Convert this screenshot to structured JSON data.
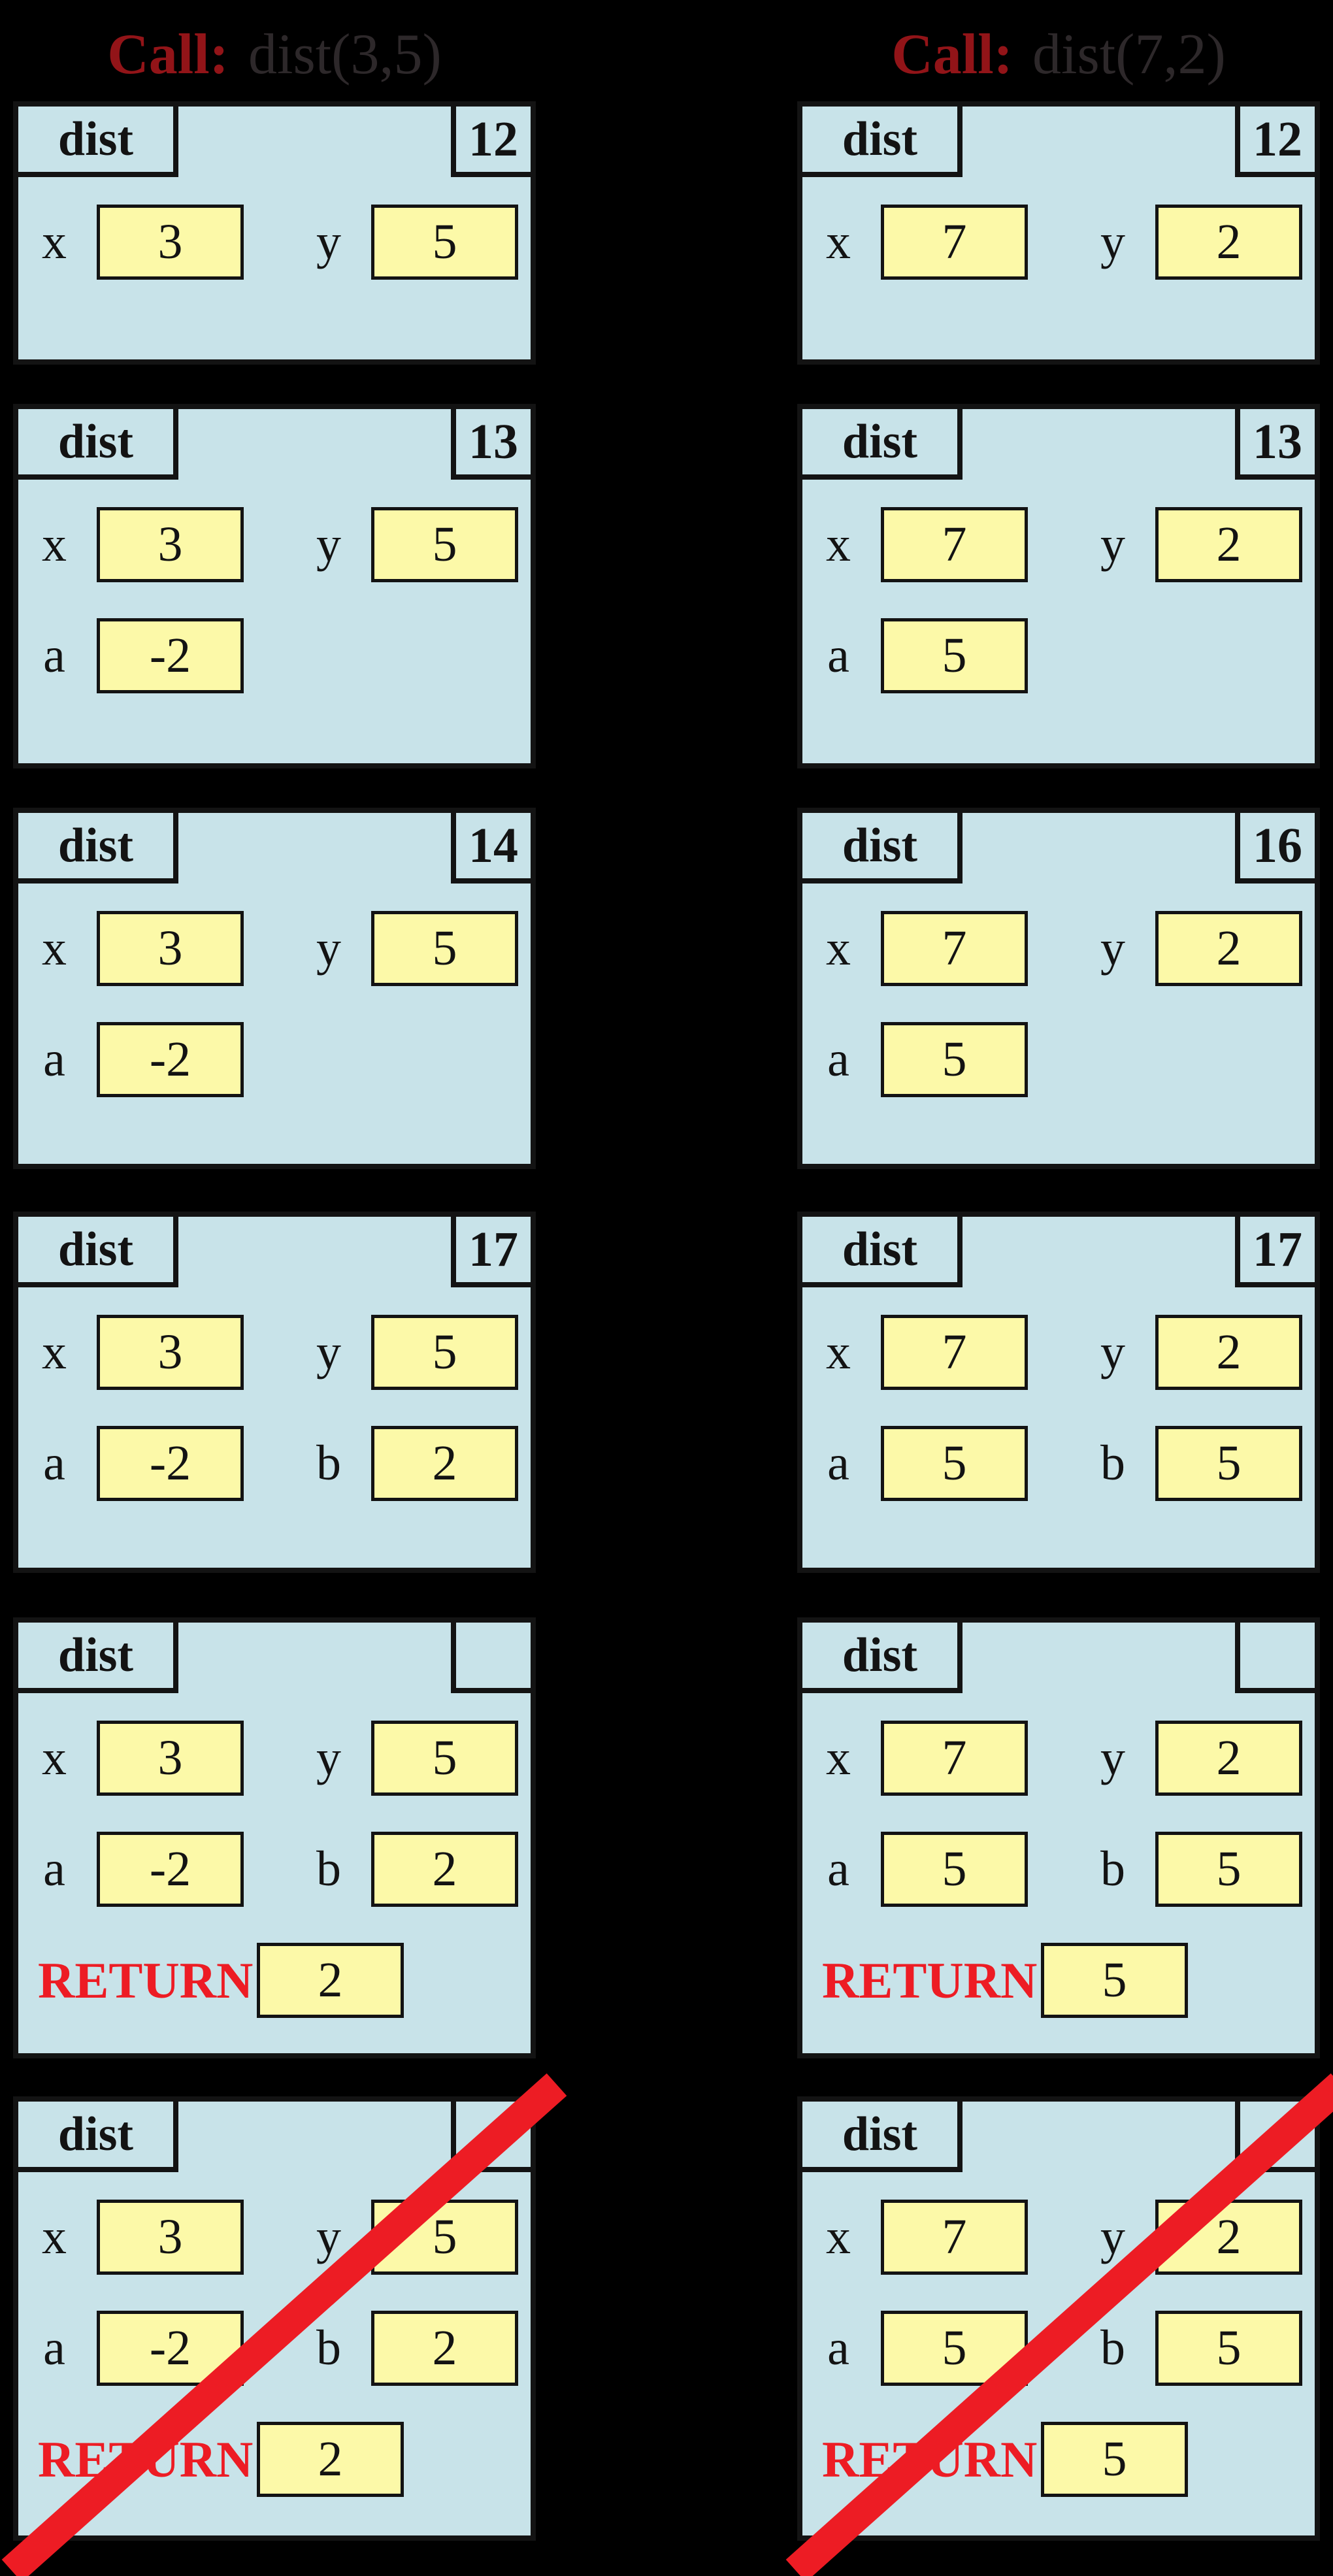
{
  "colors": {
    "background": "#000000",
    "frame_fill": "#c8e3e9",
    "value_fill": "#fcf9a8",
    "border": "#131313",
    "call_label_color": "#921418",
    "call_signature_color": "#2d282a",
    "return_and_cross_color": "#ed1c24"
  },
  "columns": [
    {
      "call_label": "Call:",
      "call_signature": "dist(3,5)",
      "frames": [
        {
          "name": "dist",
          "line": "12",
          "vars": [
            {
              "label": "x",
              "value": "3"
            },
            {
              "label": "y",
              "value": "5"
            }
          ],
          "crossed": false
        },
        {
          "name": "dist",
          "line": "13",
          "vars": [
            {
              "label": "x",
              "value": "3"
            },
            {
              "label": "y",
              "value": "5"
            },
            {
              "label": "a",
              "value": "-2"
            }
          ],
          "crossed": false
        },
        {
          "name": "dist",
          "line": "14",
          "vars": [
            {
              "label": "x",
              "value": "3"
            },
            {
              "label": "y",
              "value": "5"
            },
            {
              "label": "a",
              "value": "-2"
            }
          ],
          "crossed": false
        },
        {
          "name": "dist",
          "line": "17",
          "vars": [
            {
              "label": "x",
              "value": "3"
            },
            {
              "label": "y",
              "value": "5"
            },
            {
              "label": "a",
              "value": "-2"
            },
            {
              "label": "b",
              "value": "2"
            }
          ],
          "crossed": false
        },
        {
          "name": "dist",
          "line": "",
          "vars": [
            {
              "label": "x",
              "value": "3"
            },
            {
              "label": "y",
              "value": "5"
            },
            {
              "label": "a",
              "value": "-2"
            },
            {
              "label": "b",
              "value": "2"
            }
          ],
          "return_label": "RETURN",
          "return_value": "2",
          "crossed": false
        },
        {
          "name": "dist",
          "line": "",
          "vars": [
            {
              "label": "x",
              "value": "3"
            },
            {
              "label": "y",
              "value": "5"
            },
            {
              "label": "a",
              "value": "-2"
            },
            {
              "label": "b",
              "value": "2"
            }
          ],
          "return_label": "RETURN",
          "return_value": "2",
          "crossed": true
        }
      ]
    },
    {
      "call_label": "Call:",
      "call_signature": "dist(7,2)",
      "frames": [
        {
          "name": "dist",
          "line": "12",
          "vars": [
            {
              "label": "x",
              "value": "7"
            },
            {
              "label": "y",
              "value": "2"
            }
          ],
          "crossed": false
        },
        {
          "name": "dist",
          "line": "13",
          "vars": [
            {
              "label": "x",
              "value": "7"
            },
            {
              "label": "y",
              "value": "2"
            },
            {
              "label": "a",
              "value": "5"
            }
          ],
          "crossed": false
        },
        {
          "name": "dist",
          "line": "16",
          "vars": [
            {
              "label": "x",
              "value": "7"
            },
            {
              "label": "y",
              "value": "2"
            },
            {
              "label": "a",
              "value": "5"
            }
          ],
          "crossed": false
        },
        {
          "name": "dist",
          "line": "17",
          "vars": [
            {
              "label": "x",
              "value": "7"
            },
            {
              "label": "y",
              "value": "2"
            },
            {
              "label": "a",
              "value": "5"
            },
            {
              "label": "b",
              "value": "5"
            }
          ],
          "crossed": false
        },
        {
          "name": "dist",
          "line": "",
          "vars": [
            {
              "label": "x",
              "value": "7"
            },
            {
              "label": "y",
              "value": "2"
            },
            {
              "label": "a",
              "value": "5"
            },
            {
              "label": "b",
              "value": "5"
            }
          ],
          "return_label": "RETURN",
          "return_value": "5",
          "crossed": false
        },
        {
          "name": "dist",
          "line": "",
          "vars": [
            {
              "label": "x",
              "value": "7"
            },
            {
              "label": "y",
              "value": "2"
            },
            {
              "label": "a",
              "value": "5"
            },
            {
              "label": "b",
              "value": "5"
            }
          ],
          "return_label": "RETURN",
          "return_value": "5",
          "crossed": true
        }
      ]
    }
  ]
}
